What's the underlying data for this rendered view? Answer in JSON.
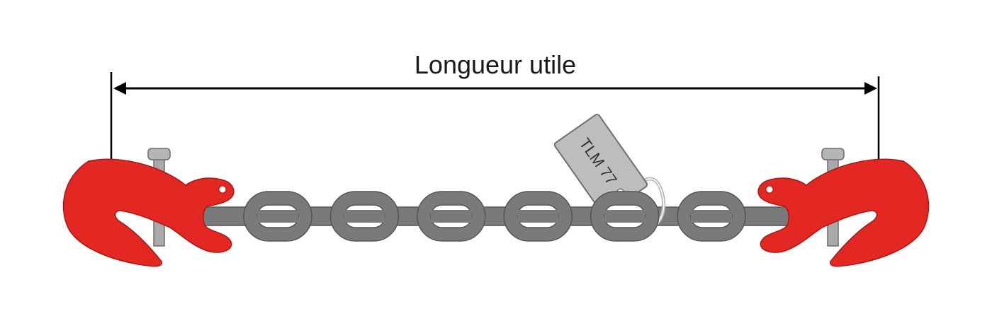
{
  "dimension": {
    "label": "Longueur utile"
  },
  "tag": {
    "text": "TLM 77"
  },
  "colors": {
    "hook": "#e32722",
    "hook_stroke": "#a81915",
    "chain": "#7a7a7a",
    "chain_stroke": "#555555",
    "pin": "#a9a9a9",
    "tag_fill": "#bdbdbd",
    "dimension_line": "#000000"
  },
  "chain": {
    "open_link_count": 6
  }
}
